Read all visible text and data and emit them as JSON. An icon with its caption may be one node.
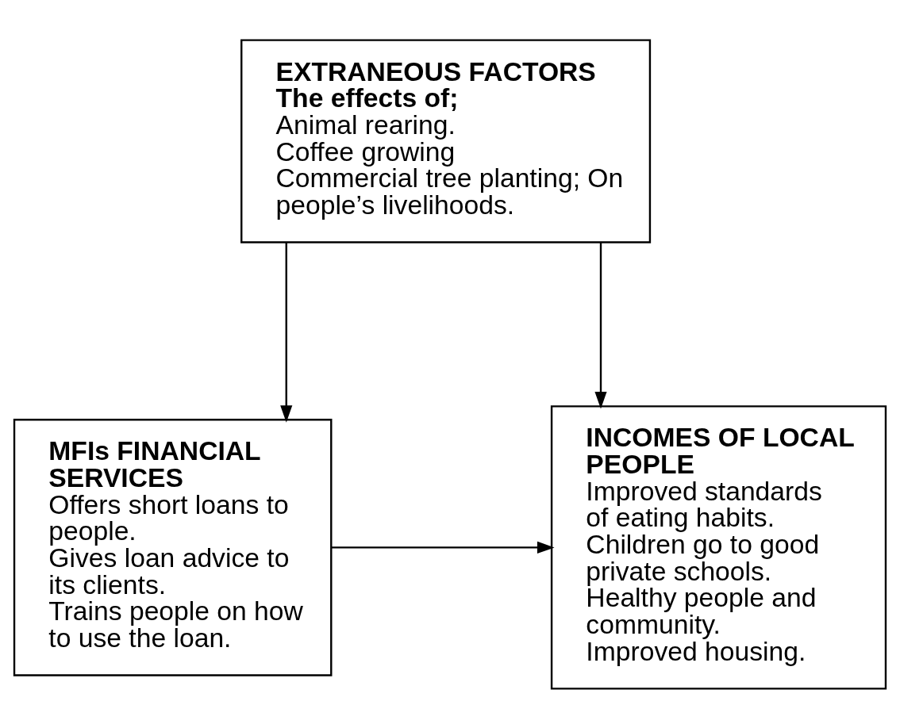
{
  "diagram": {
    "nodes": [
      {
        "text": [
          "MFIs FINANCIAL SERVICES",
          "Offers short loans to people.",
          "Gives loan advice to its clients.",
          "Trains people on how to use the loan."
        ]
      },
      {
        "text": [
          "INCOMES OF LOCAL PEOPLE",
          "Improved standards of eating habits.",
          "Children go to good private schools.",
          "Healthy people and community.",
          "Improved housing."
        ]
      },
      {
        "text": [
          "EXTRANEOUS FACTORS",
          "The effects of;",
          "Animal rearing.",
          "Coffee growing",
          "Commercial tree planting; On people’s livelihoods."
        ]
      }
    ],
    "edges": [
      {
        "from": 0,
        "to": 1,
        "arrow": "to"
      },
      {
        "from": 2,
        "to": 0,
        "arrow": "to"
      },
      {
        "from": 2,
        "to": 1,
        "arrow": "to"
      }
    ]
  }
}
